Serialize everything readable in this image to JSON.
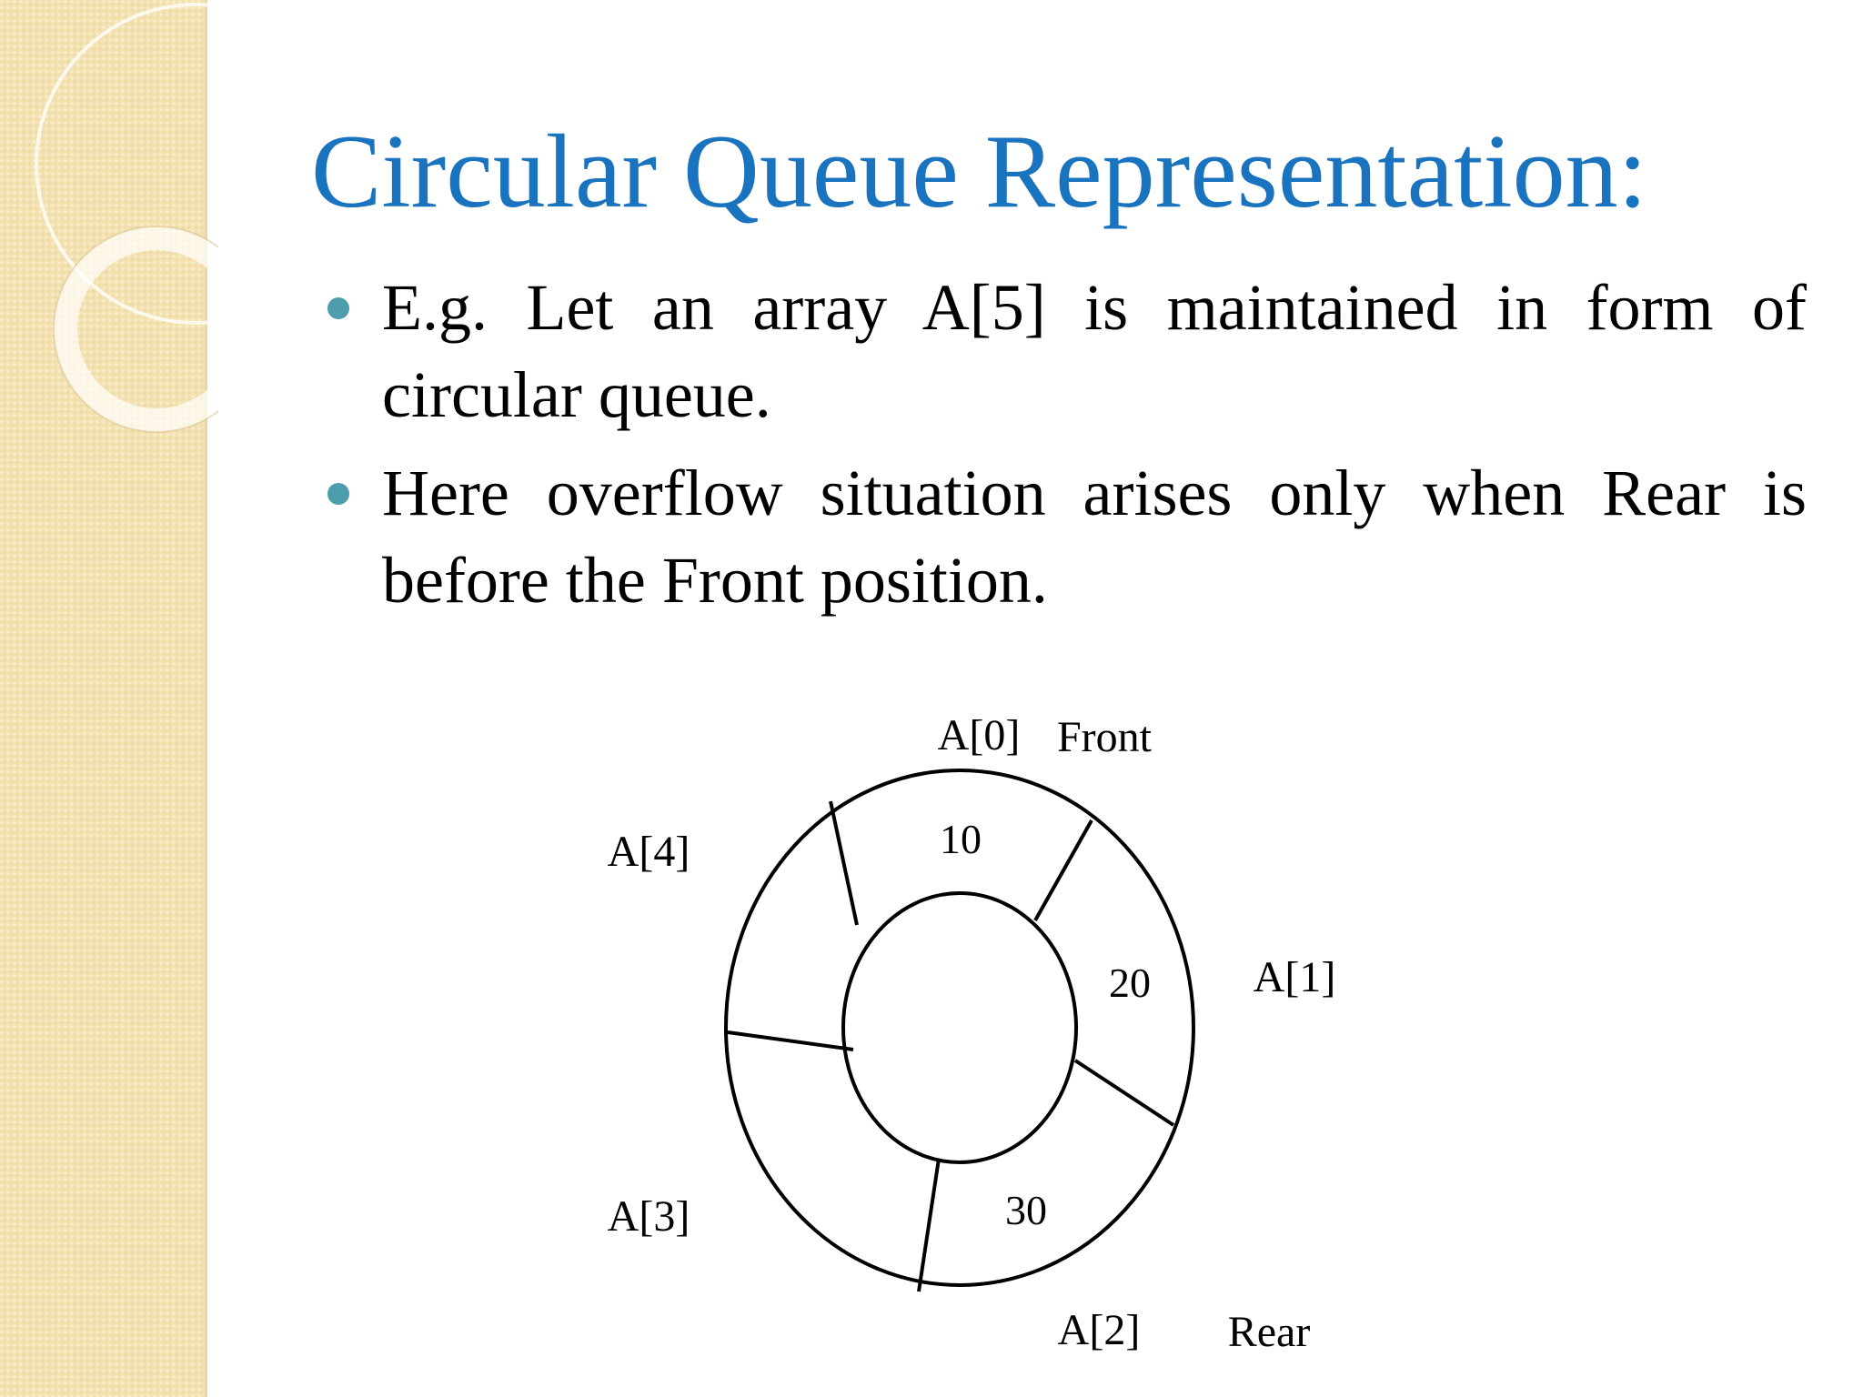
{
  "slide": {
    "title": "Circular Queue Representation:",
    "bullets": [
      "E.g. Let an array A[5] is maintained in form of circular queue.",
      "Here overflow situation arises only when Rear is before the Front position."
    ],
    "accent_color": "#1a73bf",
    "bullet_color": "#4d9dad"
  },
  "diagram": {
    "slots": [
      {
        "index_label": "A[0]",
        "value": "10"
      },
      {
        "index_label": "A[1]",
        "value": "20"
      },
      {
        "index_label": "A[2]",
        "value": "30"
      },
      {
        "index_label": "A[3]",
        "value": ""
      },
      {
        "index_label": "A[4]",
        "value": ""
      }
    ],
    "pointers": {
      "front_label": "Front",
      "rear_label": "Rear"
    }
  }
}
